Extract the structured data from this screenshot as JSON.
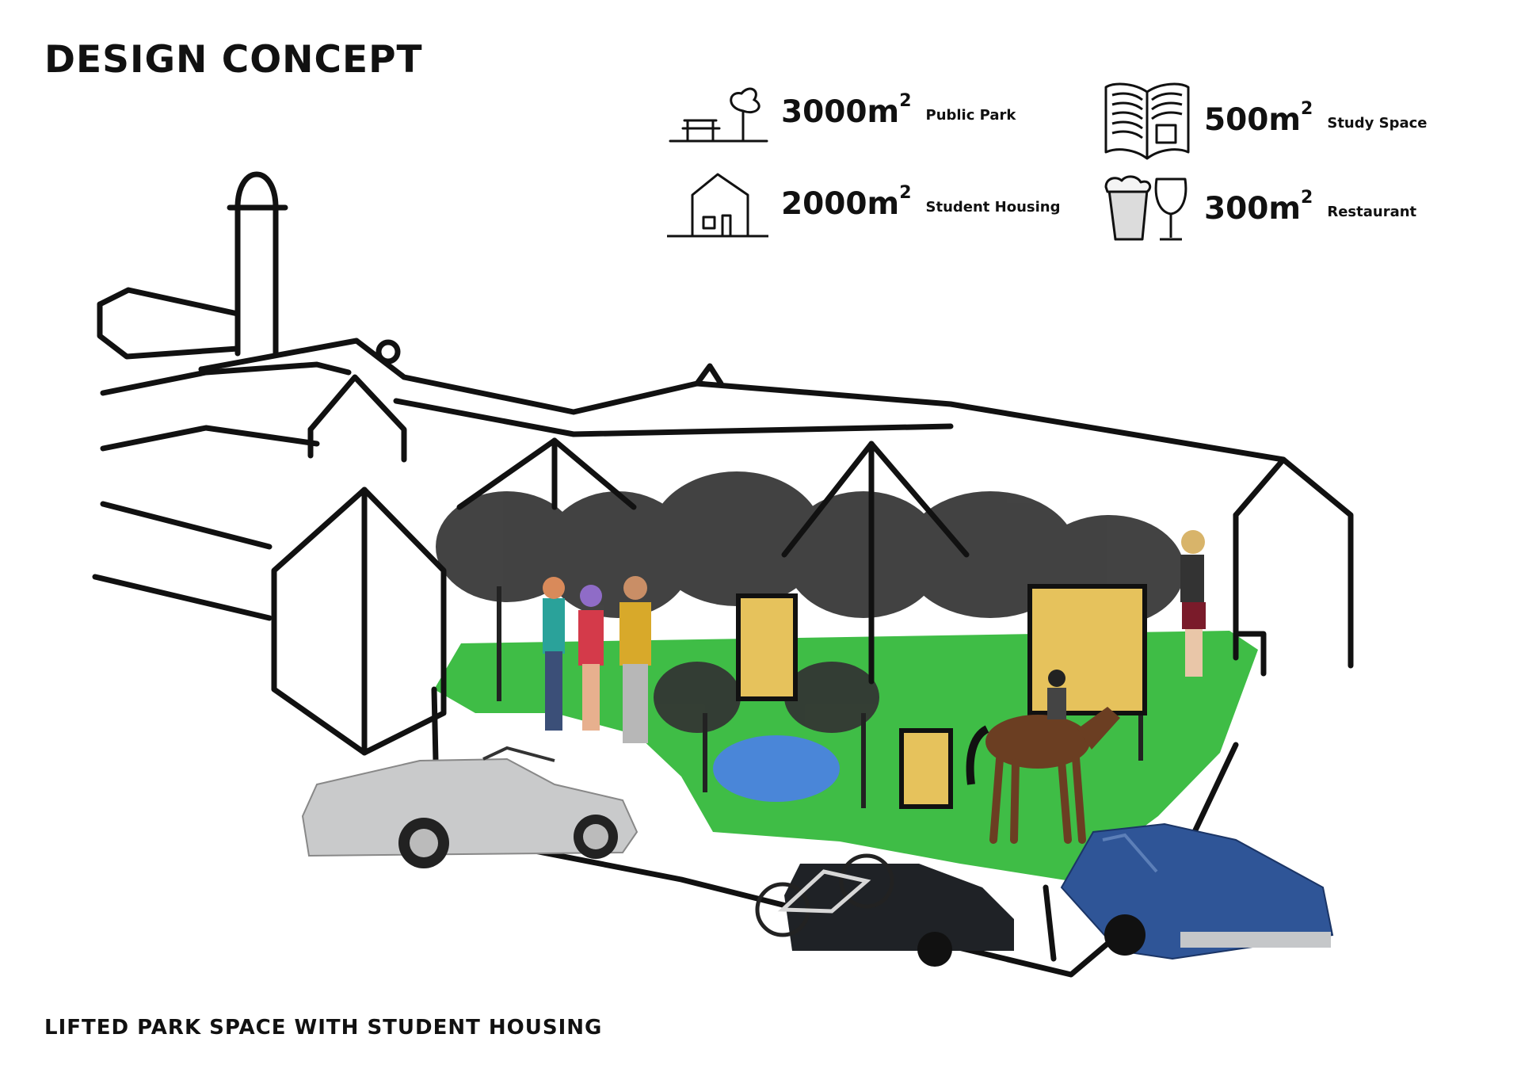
{
  "title": "DESIGN CONCEPT",
  "caption": "LIFTED PARK SPACE WITH STUDENT HOUSING",
  "stats": [
    {
      "value": "3000m",
      "sup": "2",
      "label": "Public Park",
      "icon": "park-bench-tree-icon"
    },
    {
      "value": "2000m",
      "sup": "2",
      "label": "Student Housing",
      "icon": "house-icon"
    },
    {
      "value": "500m",
      "sup": "2",
      "label": "Study Space",
      "icon": "open-book-icon"
    },
    {
      "value": "300m",
      "sup": "2",
      "label": "Restaurant",
      "icon": "beer-wine-glass-icon"
    }
  ],
  "colors": {
    "ink": "#111111",
    "grass": "#3fbd46",
    "pond": "#4a86d8",
    "tree": "#333333",
    "box": "#e6c25c",
    "car_silver": "#c9cacb",
    "car_blue": "#2f5597",
    "car_black": "#1f2226",
    "horse": "#6b3e22"
  }
}
